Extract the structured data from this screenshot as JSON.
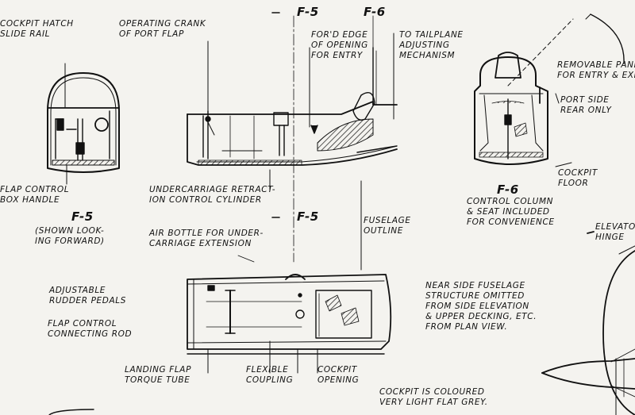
{
  "labels": {
    "cockpit_hatch": [
      "COCKPIT HATCH",
      "SLIDE RAIL"
    ],
    "operating_crank": [
      "OPERATING CRANK",
      "OF PORT FLAP"
    ],
    "f5_top": "F-5",
    "f6_top": "F-6",
    "ford_edge": [
      "FOR'D EDGE",
      "OF OPENING",
      "FOR ENTRY"
    ],
    "tailplane": [
      "TO TAILPLANE",
      "ADJUSTING",
      "MECHANISM"
    ],
    "removable_panel": [
      "REMOVABLE PANEL",
      "FOR ENTRY & EXIT"
    ],
    "port_side": [
      "PORT SIDE",
      "REAR ONLY"
    ],
    "flap_control_box": [
      "FLAP CONTROL",
      "BOX HANDLE"
    ],
    "undercarriage_retraction": [
      "UNDERCARRIAGE RETRACT-",
      "ION CONTROL CYLINDER"
    ],
    "cockpit_floor": [
      "COCKPIT",
      "FLOOR"
    ],
    "f6_section": "F-6",
    "control_column": [
      "CONTROL COLUMN",
      "& SEAT INCLUDED",
      "FOR CONVENIENCE"
    ],
    "f5_section": "F-5",
    "shown_looking": [
      "(SHOWN LOOK-",
      "ING FORWARD)"
    ],
    "f5_mid": "F-5",
    "fuselage_outline": [
      "FUSELAGE",
      "OUTLINE"
    ],
    "air_bottle": [
      "AIR BOTTLE FOR UNDER-",
      "CARRIAGE EXTENSION"
    ],
    "elevator_hinge": [
      "ELEVATOR",
      "HINGE"
    ],
    "adjustable_rudder": [
      "ADJUSTABLE",
      "RUDDER PEDALS"
    ],
    "flap_control_rod": [
      "FLAP CONTROL",
      "CONNECTING ROD"
    ],
    "near_side": [
      "NEAR SIDE FUSELAGE",
      "STRUCTURE OMITTED",
      "FROM SIDE ELEVATION",
      "& UPPER DECKING, ETC.",
      "FROM PLAN VIEW."
    ],
    "landing_flap": [
      "LANDING FLAP",
      "TORQUE TUBE"
    ],
    "flexible_coupling": [
      "FLEXIBLE",
      "COUPLING"
    ],
    "cockpit_opening": [
      "COCKPIT",
      "OPENING"
    ],
    "cockpit_coloured": [
      "COCKPIT IS COLOURED",
      "VERY LIGHT FLAT GREY."
    ]
  }
}
